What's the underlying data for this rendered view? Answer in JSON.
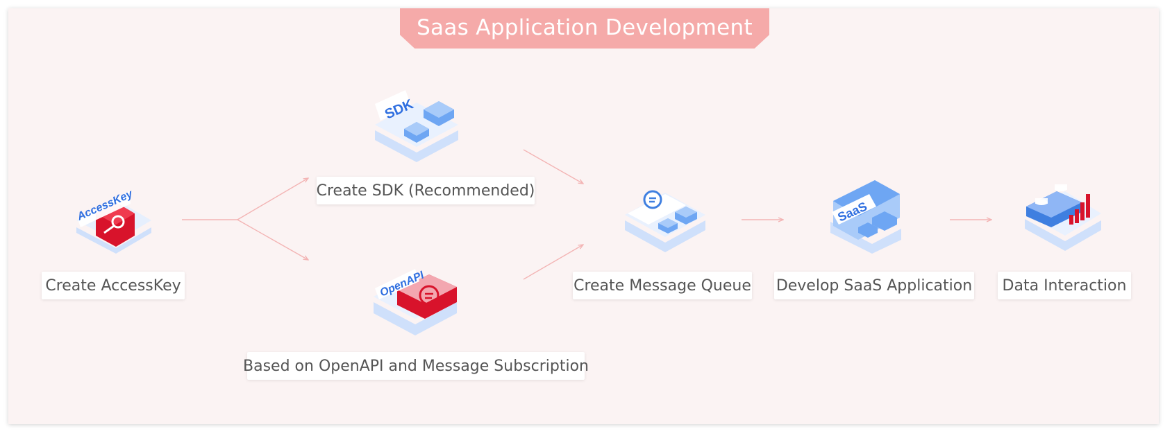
{
  "title": "Saas Application Development",
  "steps": {
    "access_key": {
      "label": "Create AccessKey",
      "icon_text": "AccessKey"
    },
    "sdk": {
      "label": "Create SDK (Recommended)",
      "icon_text": "SDK"
    },
    "openapi": {
      "label": "Based on OpenAPI and Message Subscription",
      "icon_text": "OpenAPI"
    },
    "message_queue": {
      "label": "Create Message Queue"
    },
    "saas_app": {
      "label": "Develop SaaS Application",
      "icon_text": "SaaS"
    },
    "data_interaction": {
      "label": "Data Interaction"
    }
  },
  "colors": {
    "panel": "#fbf3f3",
    "banner": "#f5aaa9",
    "arrow": "#f3b4b4",
    "blue_light": "#cfe0fb",
    "blue_mid": "#8fb6f5",
    "blue_dark": "#3f7fe0",
    "red": "#d8132b",
    "label_text": "#555555"
  },
  "icons": [
    "key-icon",
    "sdk-icon",
    "openapi-icon",
    "message-queue-icon",
    "saas-icon",
    "data-interaction-icon"
  ]
}
